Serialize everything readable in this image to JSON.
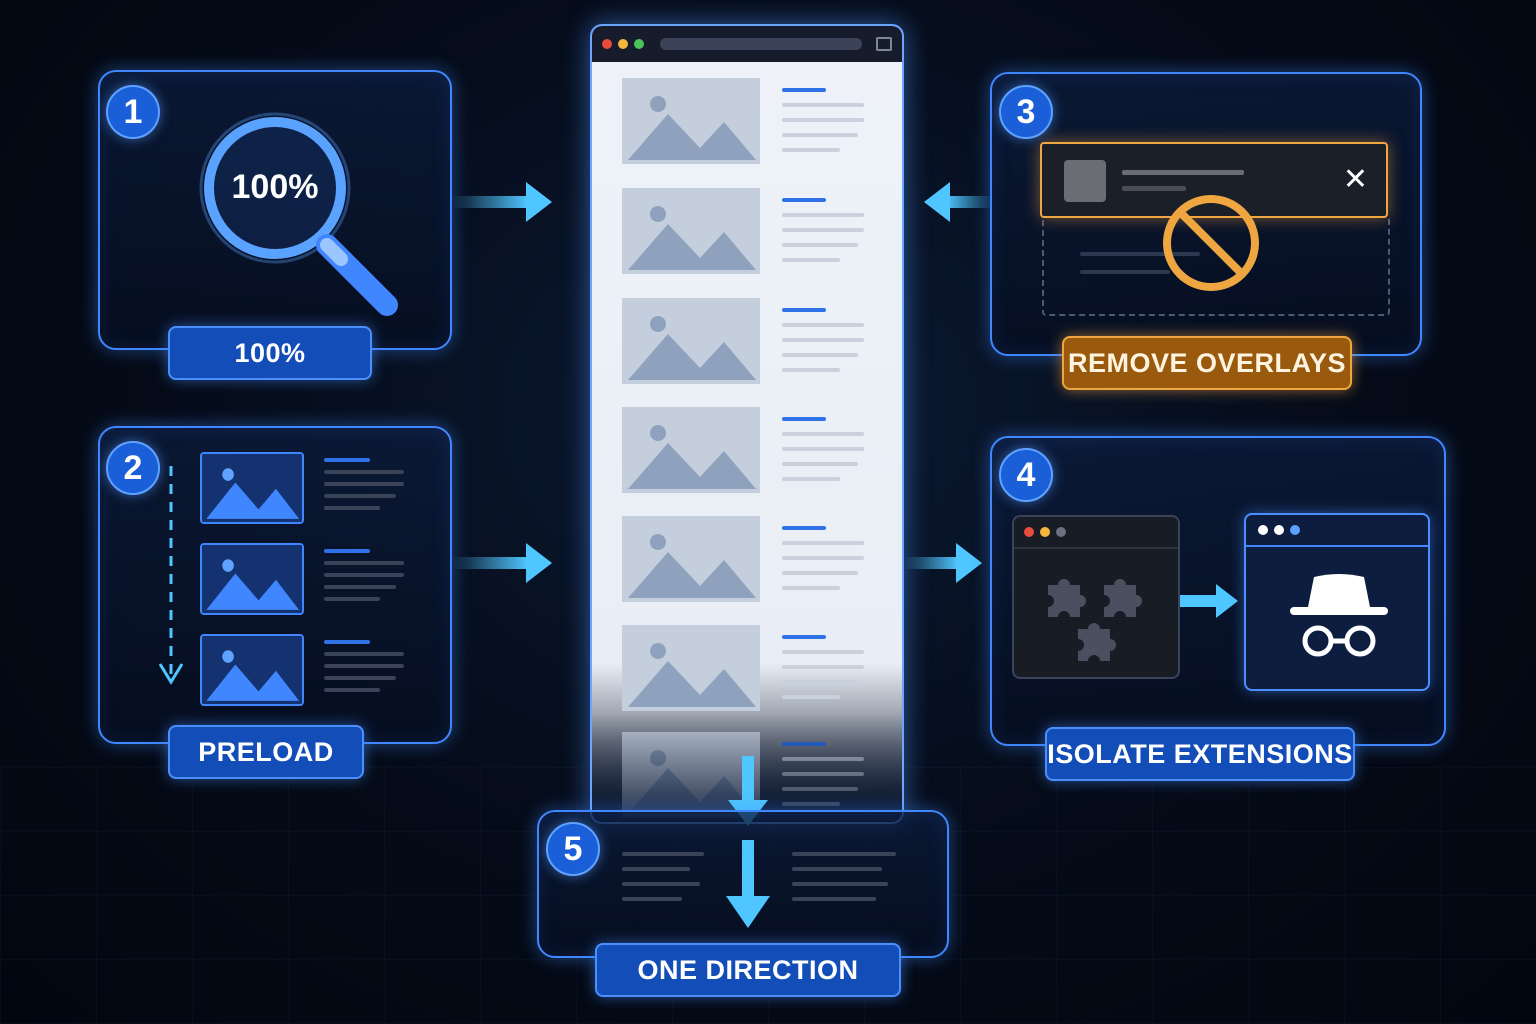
{
  "steps": [
    {
      "number": "1",
      "magnifier_text": "100%",
      "label": "100%"
    },
    {
      "number": "2",
      "label": "PRELOAD"
    },
    {
      "number": "3",
      "label": "REMOVE OVERLAYS",
      "close_glyph": "✕"
    },
    {
      "number": "4",
      "label": "ISOLATE EXTENSIONS"
    },
    {
      "number": "5",
      "label": "ONE DIRECTION"
    }
  ],
  "colors": {
    "accent_blue": "#3f86ff",
    "arrow_cyan": "#4fc6ff",
    "overlay_orange": "#f0a640",
    "background": "#050b18"
  },
  "icons": [
    "magnifier-icon",
    "image-thumbnail-icon",
    "close-icon",
    "blocked-icon",
    "puzzle-icon",
    "incognito-icon",
    "arrow-right-icon",
    "arrow-left-icon",
    "arrow-down-icon"
  ]
}
